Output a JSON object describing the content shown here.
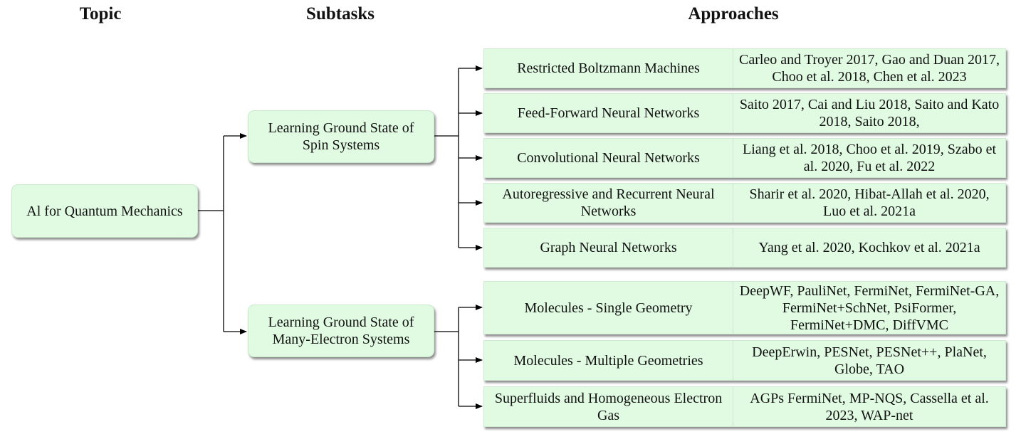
{
  "headers": {
    "topic": "Topic",
    "subtasks": "Subtasks",
    "approaches": "Approaches"
  },
  "topic": {
    "label": "Al for Quantum Mechanics"
  },
  "subtasks": [
    {
      "label": "Learning Ground State of Spin Systems",
      "approaches": [
        {
          "method": "Restricted Boltzmann Machines",
          "references": "Carleo and Troyer 2017, Gao and Duan 2017, Choo et al. 2018, Chen et al. 2023"
        },
        {
          "method": "Feed-Forward Neural Networks",
          "references": "Saito 2017, Cai and Liu 2018, Saito and Kato 2018, Saito 2018,"
        },
        {
          "method": "Convolutional Neural Networks",
          "references": "Liang et al. 2018, Choo et al. 2019, Szabo et al. 2020, Fu et al. 2022"
        },
        {
          "method": "Autoregressive and Recurrent Neural Networks",
          "references": "Sharir et al. 2020, Hibat-Allah et al. 2020, Luo et al. 2021a"
        },
        {
          "method": "Graph Neural Networks",
          "references": "Yang et al. 2020, Kochkov et al. 2021a"
        }
      ]
    },
    {
      "label": "Learning Ground State of Many-Electron Systems",
      "approaches": [
        {
          "method": "Molecules - Single Geometry",
          "references": "DeepWF, PauliNet, FermiNet, FermiNet-GA, FermiNet+SchNet, PsiFormer, FermiNet+DMC, DiffVMC"
        },
        {
          "method": "Molecules - Multiple Geometries",
          "references": "DeepErwin, PESNet, PESNet++, PlaNet, Globe, TAO"
        },
        {
          "method": "Superfluids and Homogeneous Electron Gas",
          "references": "AGPs FermiNet, MP-NQS, Cassella et al. 2023, WAP-net"
        }
      ]
    }
  ],
  "colors": {
    "box_fill": "#e1fbe3",
    "line": "#000000"
  }
}
